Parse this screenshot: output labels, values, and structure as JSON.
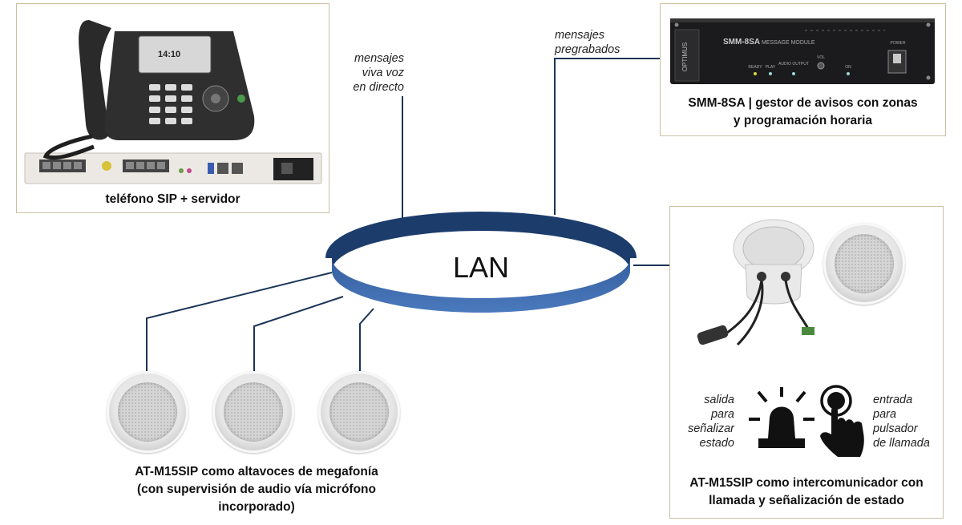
{
  "ring": {
    "label": "LAN",
    "color_top": "#1c3c6c",
    "color_bottom": "#3f6fb5"
  },
  "devices": {
    "phone_server": {
      "caption": "teléfono SIP + servidor",
      "phone_screen_text": "14:10"
    },
    "message_module": {
      "caption_line1": "SMM-8SA | gestor de avisos con zonas",
      "caption_line2": "y programación horaria",
      "brand": "OPTIMUS",
      "model": "SMM-8SA",
      "module_label": "MESSAGE MODULE",
      "leds": [
        "READY",
        "PLAY",
        "AUDIO OUTPUT"
      ],
      "vol_label": "VOL",
      "on_label": "ON",
      "power_label": "POWER"
    },
    "megaphone_speakers": {
      "caption_line1": "AT-M15SIP como altavoces de megafonía",
      "caption_line2": "(con supervisión de audio vía micrófono",
      "caption_line3": "incorporado)"
    },
    "intercom": {
      "caption_line1": "AT-M15SIP como intercomunicador con",
      "caption_line2": "llamada y señalización de estado"
    }
  },
  "annotations": {
    "live_voice": [
      "mensajes",
      "viva voz",
      "en directo"
    ],
    "prerecorded": [
      "mensajes",
      "pregrabados"
    ],
    "signal_output": [
      "salida",
      "para",
      "señalizar",
      "estado"
    ],
    "button_input": [
      "entrada",
      "para",
      "pulsador",
      "de llamada"
    ]
  },
  "colors": {
    "box_border": "#c9c1a3",
    "connector_line": "#1b3556",
    "signal_line": "#8a8260"
  }
}
